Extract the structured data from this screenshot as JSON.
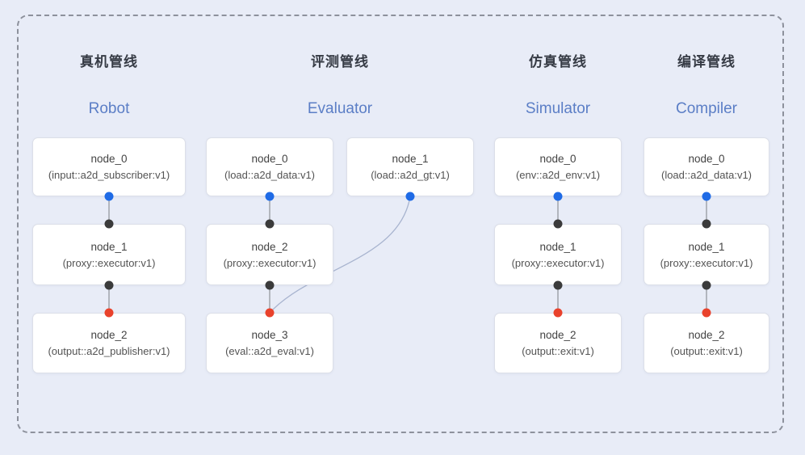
{
  "colors": {
    "background": "#e8ecf7",
    "dashed_border": "#8d919c",
    "box_border": "#dcdfe8",
    "title_cn_text": "#363b45",
    "title_en_text": "#5b7ec6",
    "blue_dot": "#1f6be6",
    "black_dot": "#3b3b3b",
    "red_dot": "#e9422c",
    "edge": "#8f9299",
    "curve": "#a8b4cf"
  },
  "pipelines": [
    {
      "title_cn": "真机管线",
      "title_en": "Robot",
      "nodes": [
        {
          "name": "node_0",
          "type": "(input::a2d_subscriber:v1)"
        },
        {
          "name": "node_1",
          "type": "(proxy::executor:v1)"
        },
        {
          "name": "node_2",
          "type": "(output::a2d_publisher:v1)"
        }
      ]
    },
    {
      "title_cn": "评测管线",
      "title_en": "Evaluator",
      "nodes": [
        {
          "name": "node_0",
          "type": "(load::a2d_data:v1)"
        },
        {
          "name": "node_1",
          "type": "(load::a2d_gt:v1)"
        },
        {
          "name": "node_2",
          "type": "(proxy::executor:v1)"
        },
        {
          "name": "node_3",
          "type": "(eval::a2d_eval:v1)"
        }
      ]
    },
    {
      "title_cn": "仿真管线",
      "title_en": "Simulator",
      "nodes": [
        {
          "name": "node_0",
          "type": "(env::a2d_env:v1)"
        },
        {
          "name": "node_1",
          "type": "(proxy::executor:v1)"
        },
        {
          "name": "node_2",
          "type": "(output::exit:v1)"
        }
      ]
    },
    {
      "title_cn": "编译管线",
      "title_en": "Compiler",
      "nodes": [
        {
          "name": "node_0",
          "type": "(load::a2d_data:v1)"
        },
        {
          "name": "node_1",
          "type": "(proxy::executor:v1)"
        },
        {
          "name": "node_2",
          "type": "(output::exit:v1)"
        }
      ]
    }
  ]
}
